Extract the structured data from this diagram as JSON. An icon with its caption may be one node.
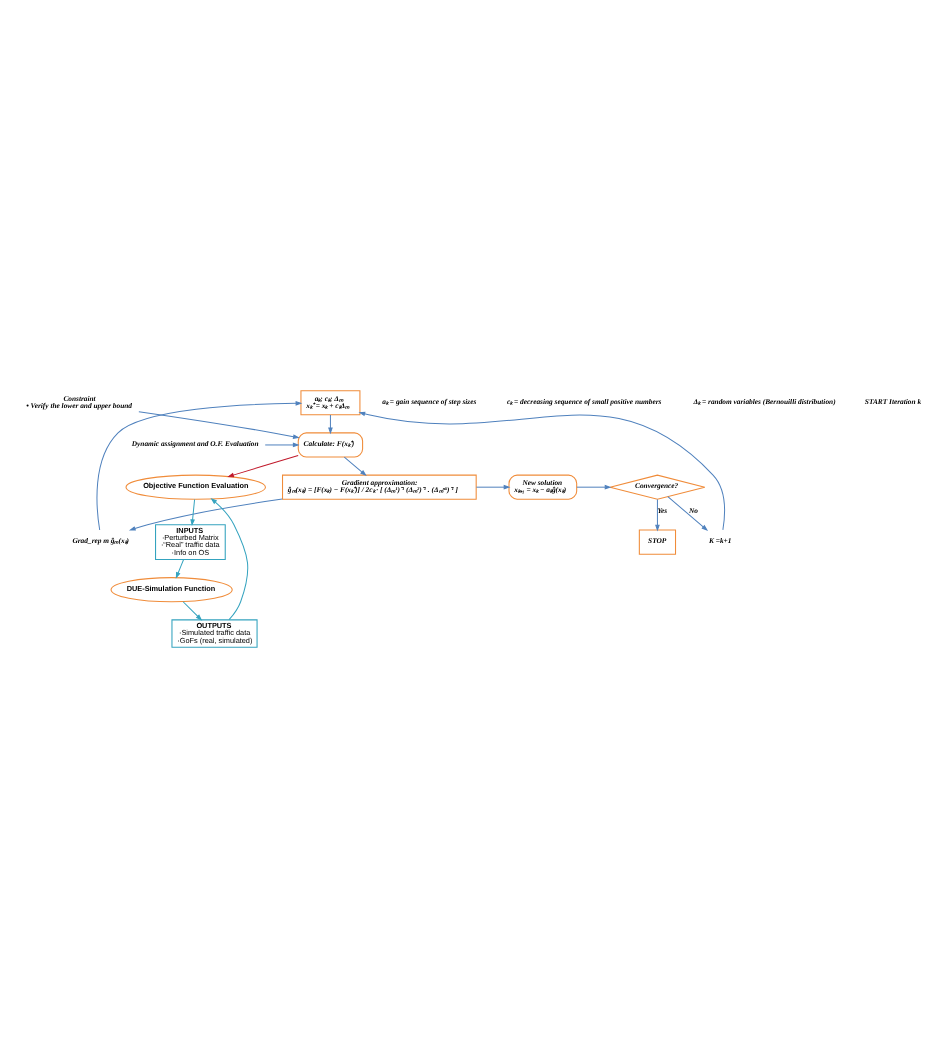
{
  "diagram": {
    "nodes": [
      {
        "text": [
          "aₖ; cₖ; Δₘ",
          "xₖ⁺ = xₖ + cₖΔₘ"
        ]
      },
      {
        "text": [
          "Constraint",
          "• Verify the lower and upper bound"
        ]
      },
      {
        "text": [
          "Calculate: F(xₖ⁺)"
        ]
      },
      {
        "text": [
          "Dynamic assignment and O.F. Evaluation"
        ]
      },
      {
        "text": [
          "Gradient approximation:",
          "ĝₘ(xₖ) = [F(xₖ) − F(xₖ⁺)] / 2cₖ · [ (Δₘ¹)⁻¹ (Δₘ²)⁻¹ . (Δₘⁿᵏ)⁻¹ ]"
        ]
      },
      {
        "text": [
          "New solution",
          "xₖ₊₁ = xₖ − aₖĝ(xₖ)"
        ]
      },
      {
        "text": [
          "Convergence?"
        ]
      },
      {
        "text": [
          "STOP"
        ]
      },
      {
        "text": [
          "Grad_rep m ĝₘ(xₖ)"
        ]
      },
      {
        "text": [
          "K =k+1"
        ]
      },
      {
        "text": [
          "Objective Function Evaluation"
        ]
      },
      {
        "text": [
          "INPUTS",
          "·Perturbed Matrix",
          "·“Real” traffic data",
          "·Info on OS"
        ]
      },
      {
        "text": [
          "DUE-Simulation Function"
        ]
      },
      {
        "text": [
          "OUTPUTS",
          "·Simulated traffic data",
          "·GoFs (real, simulated)"
        ]
      }
    ],
    "edges": [
      {
        "from": 0,
        "to": 2,
        "arrow": "to"
      },
      {
        "from": 1,
        "to": 2,
        "arrow": "to"
      },
      {
        "from": 3,
        "to": 2,
        "arrow": "to"
      },
      {
        "from": 2,
        "to": 4,
        "arrow": "to"
      },
      {
        "from": 4,
        "to": 8,
        "arrow": "to"
      },
      {
        "from": 8,
        "to": 0,
        "arrow": "to"
      },
      {
        "from": 4,
        "to": 5,
        "arrow": "to"
      },
      {
        "from": 5,
        "to": 6,
        "arrow": "to"
      },
      {
        "from": 6,
        "to": 7,
        "arrow": "to",
        "label": "Yes"
      },
      {
        "from": 6,
        "to": 9,
        "arrow": "to",
        "label": "No"
      },
      {
        "from": 9,
        "to": 0,
        "arrow": "to"
      },
      {
        "from": 2,
        "to": 10,
        "arrow": "to",
        "color": "#c0182a"
      },
      {
        "from": 10,
        "to": 11,
        "arrow": "to",
        "color": "#34a3bf"
      },
      {
        "from": 11,
        "to": 12,
        "arrow": "to",
        "color": "#34a3bf"
      },
      {
        "from": 12,
        "to": 13,
        "arrow": "to",
        "color": "#34a3bf"
      },
      {
        "from": 13,
        "to": 10,
        "arrow": "to",
        "color": "#34a3bf"
      }
    ],
    "labels": [
      "aₖ = gain sequence of step sizes",
      "cₖ = decreasing sequence of small positive numbers",
      "Δₖ = random variables (Bernouilli distribution)",
      "START Iteration k"
    ]
  }
}
